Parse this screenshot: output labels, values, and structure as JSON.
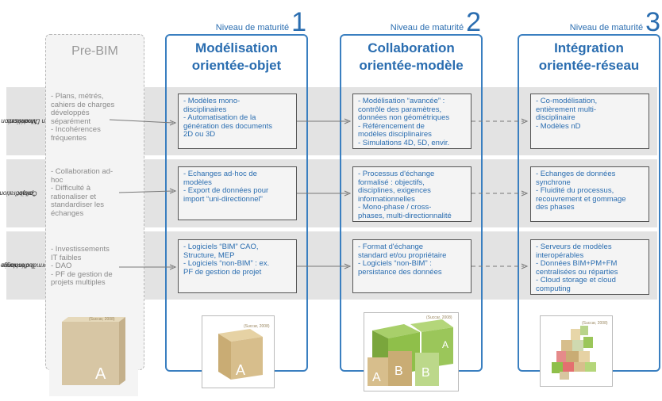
{
  "columns": {
    "pre": {
      "title": "Pre-BIM"
    },
    "level1": {
      "level_label": "Niveau de maturité",
      "level_number": "1",
      "title_line1": "Modélisation",
      "title_line2": "orientée-objet"
    },
    "level2": {
      "level_label": "Niveau de maturité",
      "level_number": "2",
      "title_line1": "Collaboration",
      "title_line2": "orientée-modèle"
    },
    "level3": {
      "level_label": "Niveau de maturité",
      "level_number": "3",
      "title_line1": "Intégration",
      "title_line2": "orientée-réseau"
    }
  },
  "rows": [
    {
      "label_line1": "Modélisation",
      "label_line2": "n Dimensions",
      "pre": [
        "- Plans, métrés,",
        "cahiers de charges",
        "développés",
        "séparément",
        "- Incohérences",
        "fréquentes"
      ],
      "level1": [
        "- Modèles mono-",
        "disciplinaires",
        "- Automatisation de la",
        "génération des documents",
        "2D ou 3D"
      ],
      "level2": [
        "- Modélisation “avancée” :",
        "contrôle des paramètres,",
        "données non géométriques",
        "- Référencement de",
        "modèles disciplinaires",
        "- Simulations 4D, 5D, envir."
      ],
      "level3": [
        "- Co-modélisation,",
        "entièrement multi-",
        "disciplinaire",
        "- Modèles nD"
      ]
    },
    {
      "label_line1": "Collaboration",
      "label_line2": "“projet”",
      "pre": [
        "- Collaboration ad-",
        "hoc",
        "- Difficulté à",
        "rationaliser et",
        "standardiser les",
        "échanges"
      ],
      "level1": [
        "- Echanges ad-hoc de",
        "modèles",
        "- Export de données pour",
        "import “uni-directionnel”"
      ],
      "level2": [
        "- Processus d'échange",
        "formalisé :  objectifs,",
        "disciplines, exigences",
        "informationnelles",
        "- Mono-phase / cross-",
        "phases, multi-directionnalité"
      ],
      "level3": [
        "- Echanges de données",
        "synchrone",
        "- Fluidité du processus,",
        "recouvrement et gommage",
        "des phases"
      ]
    },
    {
      "label_line1": "Technologie",
      "label_line2": "Format d'échange",
      "pre": [
        "- Investissements",
        "IT faibles",
        "- DAO",
        "- PF de gestion de",
        "projets multiples"
      ],
      "level1": [
        "- Logiciels “BIM” CAO,",
        "Structure, MEP",
        "- Logiciels “non-BIM” : ex.",
        "PF de gestion de projet"
      ],
      "level2": [
        "- Format d'échange",
        "standard et/ou propriétaire",
        "- Logiciels “non-BIM” :",
        "persistance des données"
      ],
      "level3": [
        "- Serveurs de modèles",
        "interopérables",
        "- Données BIM+PM+FM",
        "centralisées ou réparties",
        "- Cloud storage et cloud",
        "computing"
      ]
    }
  ],
  "images": {
    "pre_caption": "(Succar, 2008)",
    "l1_caption": "(Succar, 2008)",
    "l2_caption": "(Succar, 2008)",
    "l3_caption": "(Succar, 2008)",
    "cube_letter": "A",
    "cube_letter_b": "B"
  }
}
